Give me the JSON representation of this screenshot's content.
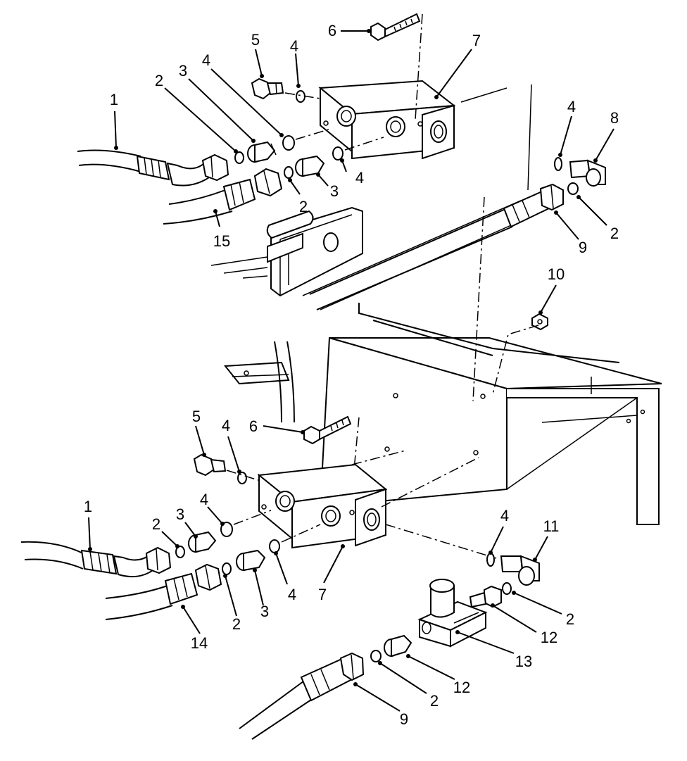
{
  "callouts": {
    "c1a": "1",
    "c2a": "2",
    "c3a": "3",
    "c4a": "4",
    "c5a": "5",
    "c4b": "4",
    "c6a": "6",
    "c7a": "7",
    "c4c": "4",
    "c8a": "8",
    "c2b": "2",
    "c3b": "3",
    "c4d": "4",
    "c15": "15",
    "c9a": "9",
    "c2c": "2",
    "c10": "10",
    "c5b": "5",
    "c4e": "4",
    "c6b": "6",
    "c1b": "1",
    "c2d": "2",
    "c3c": "3",
    "c4f": "4",
    "c4g": "4",
    "c11": "11",
    "c2e": "2",
    "c3d": "3",
    "c4h": "4",
    "c7b": "7",
    "c14": "14",
    "c2f": "2",
    "c12a": "12",
    "c13": "13",
    "c2g": "2",
    "c12b": "12",
    "c9b": "9"
  }
}
